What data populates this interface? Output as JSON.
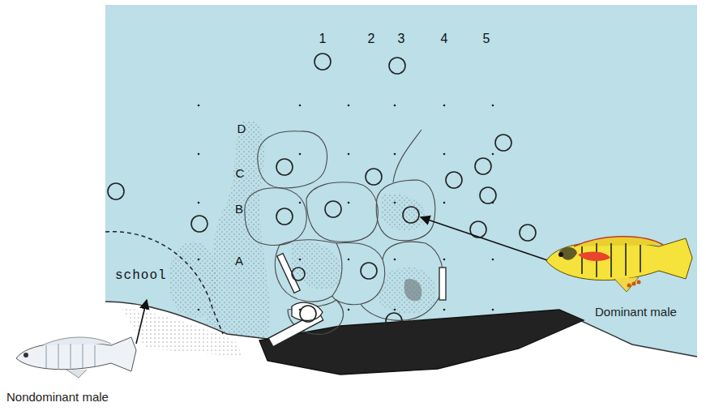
{
  "diagram": {
    "labels": [
      "1",
      "2",
      "3",
      "4",
      "5",
      "D",
      "C",
      "B",
      "A",
      "school",
      "Nondominant male",
      "Dominant male"
    ]
  }
}
